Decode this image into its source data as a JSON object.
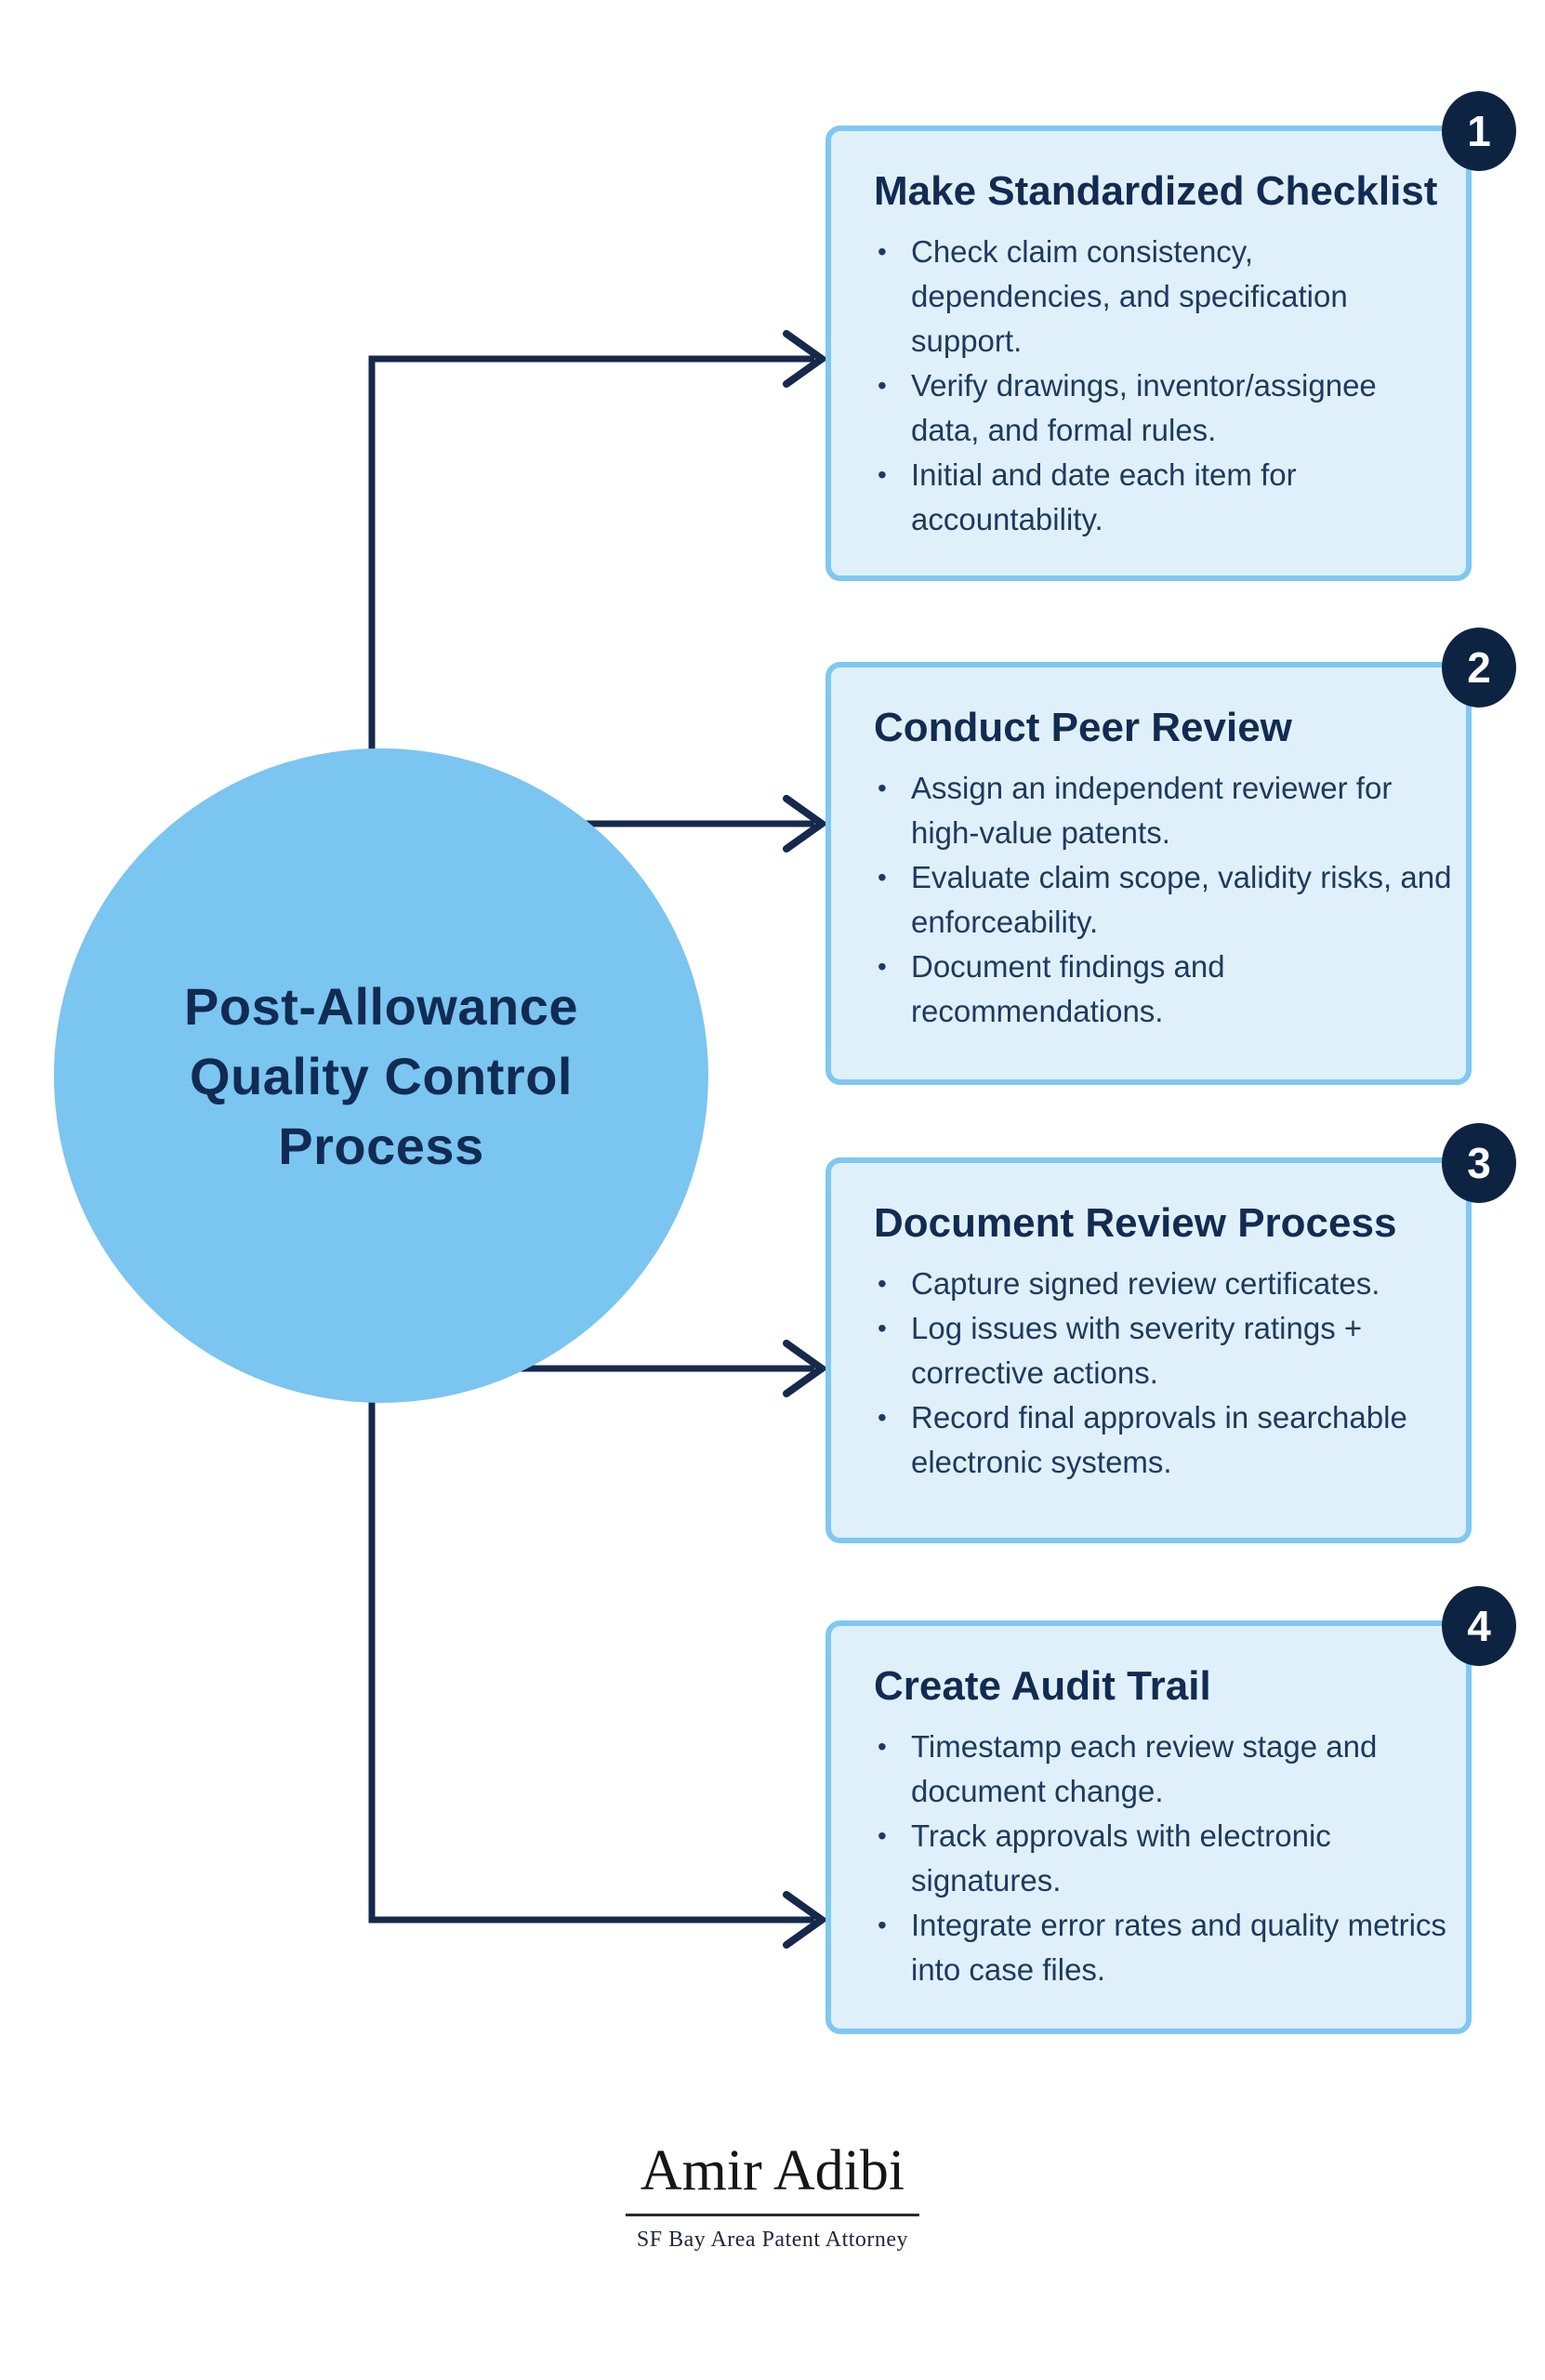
{
  "diagram": {
    "center_title": "Post-Allowance Quality Control Process",
    "steps": [
      {
        "number": "1",
        "title": "Make Standardized Checklist",
        "bullets": [
          "Check claim consistency, dependencies, and specification support.",
          "Verify drawings, inventor/assignee data, and formal rules.",
          "Initial and date each item for accountability."
        ]
      },
      {
        "number": "2",
        "title": "Conduct Peer Review",
        "bullets": [
          "Assign an independent reviewer for high-value patents.",
          "Evaluate claim scope, validity risks, and enforceability.",
          "Document findings and recommendations."
        ]
      },
      {
        "number": "3",
        "title": "Document Review Process",
        "bullets": [
          "Capture signed review certificates.",
          "Log issues with severity ratings + corrective actions.",
          "Record final approvals in searchable electronic systems."
        ]
      },
      {
        "number": "4",
        "title": "Create Audit Trail",
        "bullets": [
          "Timestamp each review stage and document change.",
          "Track approvals with electronic signatures.",
          "Integrate error rates and quality metrics into case files."
        ]
      }
    ],
    "colors": {
      "circle_fill": "#7bc5f1",
      "card_fill": "#e0f0fb",
      "card_border": "#7ec8f2",
      "badge_navy": "#0d2342",
      "title_navy": "#112b52",
      "body_navy": "#1d3a5f",
      "arrow_navy": "#16294b"
    }
  },
  "footer": {
    "name": "Amir Adibi",
    "tagline": "SF Bay Area Patent Attorney"
  }
}
